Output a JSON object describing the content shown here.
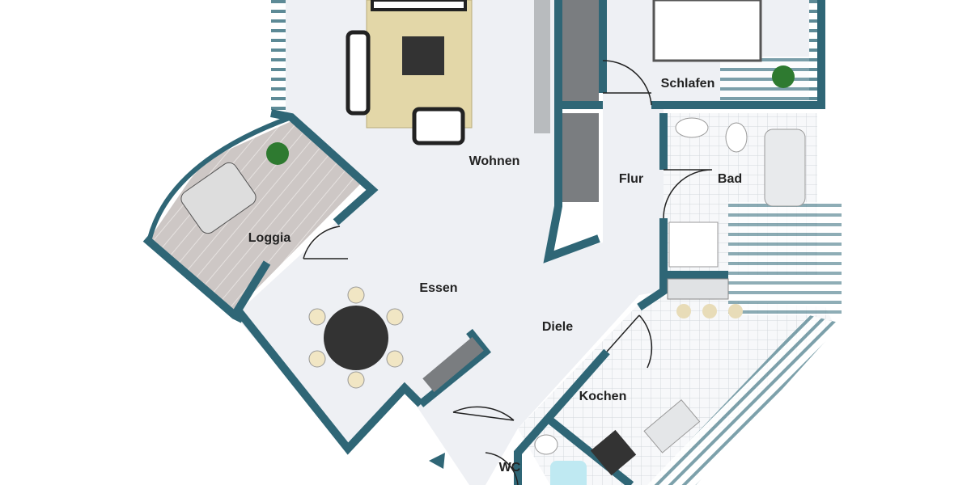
{
  "colors": {
    "wall": "#2f6676",
    "floor": "#eef0f4",
    "tile": "#f6f7f9",
    "loggia": "#c8c2c0",
    "window": "#5d8a96"
  },
  "rooms": [
    {
      "id": "schlafen",
      "label": "Schlafen"
    },
    {
      "id": "wohnen",
      "label": "Wohnen"
    },
    {
      "id": "flur",
      "label": "Flur"
    },
    {
      "id": "bad",
      "label": "Bad"
    },
    {
      "id": "loggia",
      "label": "Loggia"
    },
    {
      "id": "essen",
      "label": "Essen"
    },
    {
      "id": "diele",
      "label": "Diele"
    },
    {
      "id": "kochen",
      "label": "Kochen"
    },
    {
      "id": "wc",
      "label": "WC"
    }
  ]
}
